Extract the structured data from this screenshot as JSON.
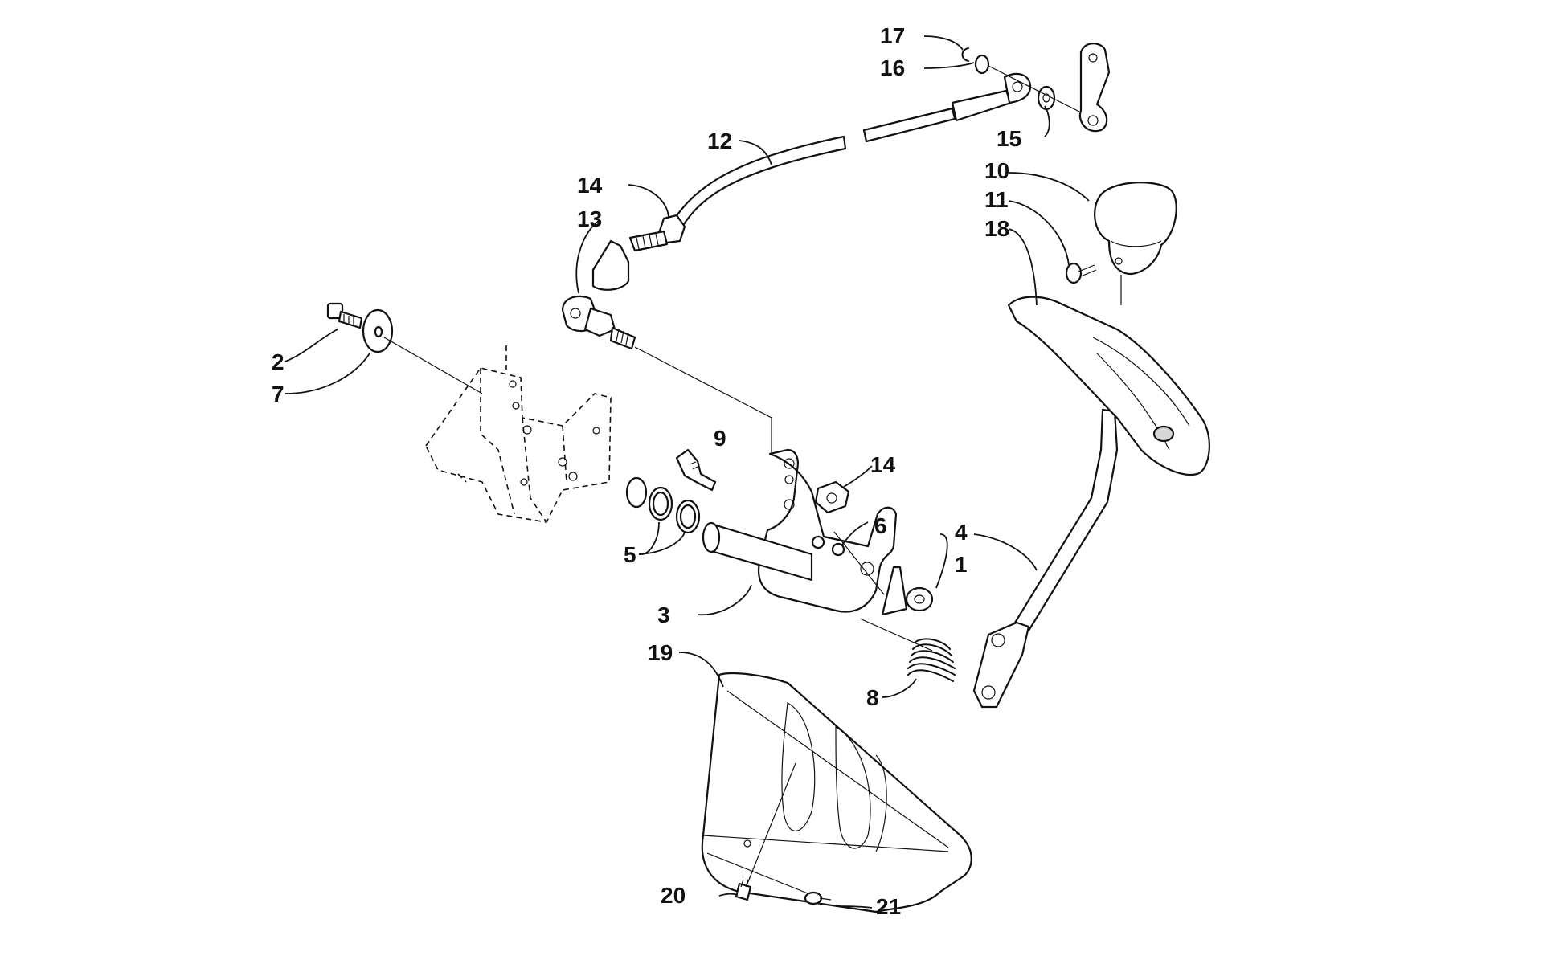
{
  "callouts": {
    "c1": "1",
    "c2": "2",
    "c3": "3",
    "c4": "4",
    "c5": "5",
    "c6": "6",
    "c7": "7",
    "c8": "8",
    "c9": "9",
    "c10": "10",
    "c11": "11",
    "c12": "12",
    "c13": "13",
    "c14a": "14",
    "c14b": "14",
    "c15": "15",
    "c16": "16",
    "c17": "17",
    "c18": "18",
    "c19": "19",
    "c20": "20",
    "c21": "21"
  }
}
